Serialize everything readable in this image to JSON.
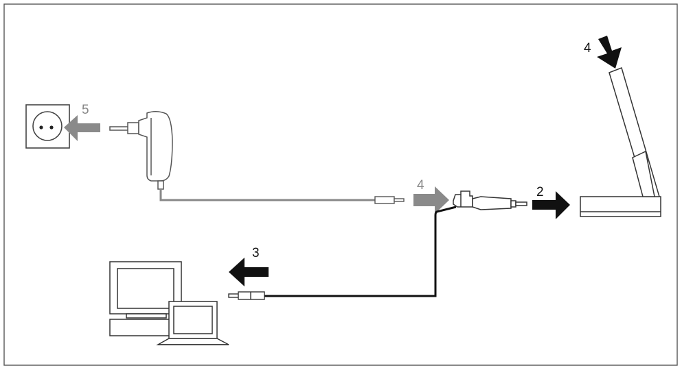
{
  "steps": {
    "plug_into_socket": "5",
    "connect_power_to_adapter": "4",
    "connect_to_device": "2",
    "connect_to_computer": "3",
    "press_down_on_device": "4"
  },
  "colors": {
    "frame": "#555555",
    "line_dark": "#222222",
    "line_grey": "#888888",
    "arrow_black": "#111111",
    "arrow_grey": "#8a8a8a",
    "fill_light": "#f4f4f4",
    "background": "#ffffff"
  },
  "icons": {
    "wall_socket": "wall-socket-icon",
    "power_adapter": "power-adapter-icon",
    "cable_connector": "y-cable-connector-icon",
    "device": "device-with-hinged-lid-icon",
    "desktop_computer": "desktop-computer-icon",
    "laptop": "laptop-icon"
  }
}
